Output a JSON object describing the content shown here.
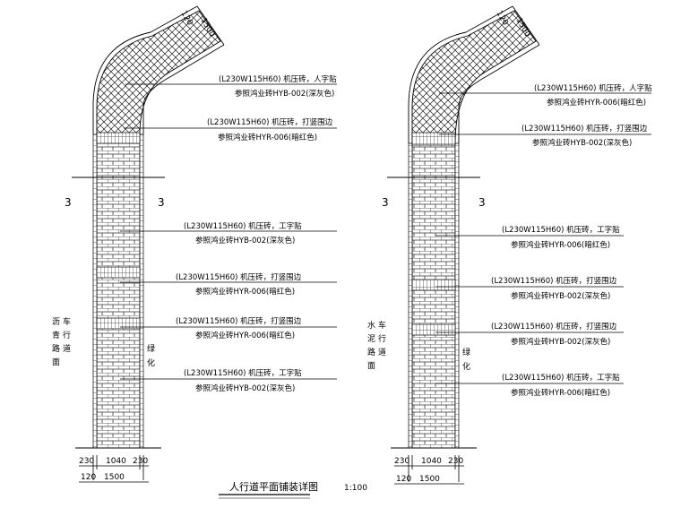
{
  "labels": {
    "walk_vertical": "人字贴",
    "walk_border": "打竖围边",
    "walk_i": "工字贴"
  },
  "callouts_left": [
    {
      "line1": "(L230W115H60) 机压砖，人字贴",
      "line2": "参照鸿业砖HYB-002(深灰色)"
    },
    {
      "line1": "(L230W115H60) 机压砖，打竖围边",
      "line2": "参照鸿业砖HYR-006(暗红色)"
    },
    {
      "line1": "(L230W115H60) 机压砖，工字贴",
      "line2": "参照鸿业砖HYB-002(深灰色)"
    },
    {
      "line1": "(L230W115H60) 机压砖，打竖围边",
      "line2": "参照鸿业砖HYR-006(暗红色)"
    },
    {
      "line1": "(L230W115H60) 机压砖，打竖围边",
      "line2": "参照鸿业砖HYR-006(暗红色)"
    },
    {
      "line1": "(L230W115H60) 机压砖，工字贴",
      "line2": "参照鸿业砖HYB-002(深灰色)"
    }
  ],
  "callouts_right": [
    {
      "line1": "(L230W115H60) 机压砖，人字贴",
      "line2": "参照鸿业砖HYR-006(暗红色)"
    },
    {
      "line1": "(L230W115H60) 机压砖，打竖围边",
      "line2": "参照鸿业砖HYB-002(深灰色)"
    },
    {
      "line1": "(L230W115H60) 机压砖，工字贴",
      "line2": "参照鸿业砖HYR-006(暗红色)"
    },
    {
      "line1": "(L230W115H60) 机压砖，打竖围边",
      "line2": "参照鸿业砖HYB-002(深灰色)"
    },
    {
      "line1": "(L230W115H60) 机压砖，打竖围边",
      "line2": "参照鸿业砖HYB-002(深灰色)"
    },
    {
      "line1": "(L230W115H60) 机压砖，工字贴",
      "line2": "参照鸿业砖HYR-006(暗红色)"
    }
  ],
  "section_marks": [
    "3",
    "3"
  ],
  "left_side_text": [
    "沥",
    "青",
    "路",
    "面"
  ],
  "left_side_text2": [
    "车",
    "行",
    "道"
  ],
  "right_side_text": [
    "水",
    "泥",
    "路",
    "面"
  ],
  "right_side_text2": [
    "车",
    "行",
    "道"
  ],
  "green_text": [
    "绿",
    "化"
  ],
  "dims_top": [
    "120",
    "1500"
  ],
  "dims_bottom_row1": [
    "230",
    "1040",
    "230"
  ],
  "dims_bottom_row2": [
    "120",
    "1500"
  ],
  "title": "人行道平面铺装详图",
  "scale": "1:100"
}
